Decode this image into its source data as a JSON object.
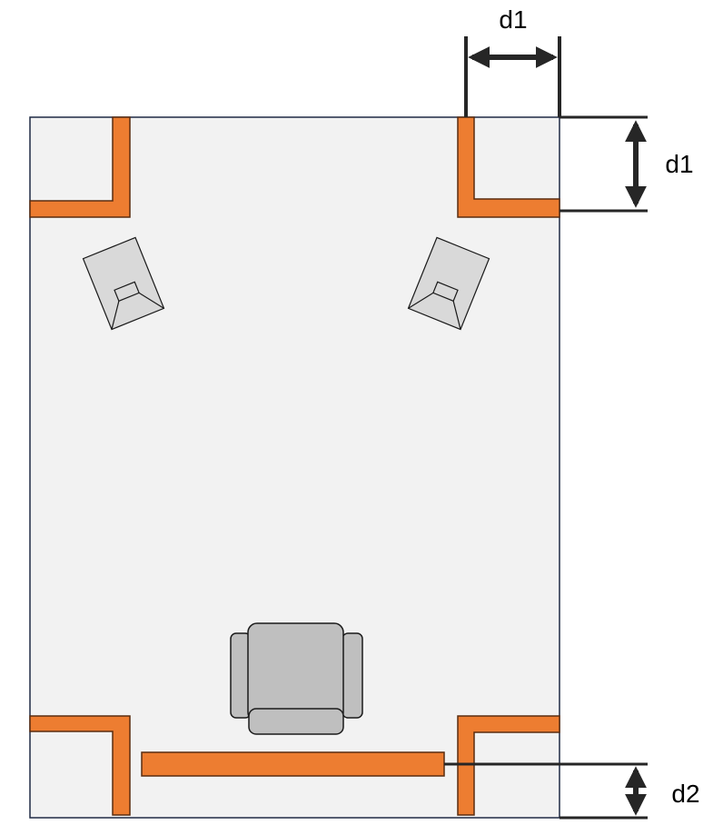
{
  "labels": {
    "top_dimension": "d1",
    "right_dimension": "d1",
    "bottom_dimension": "d2"
  },
  "colors": {
    "room_fill": "#f2f2f2",
    "room_border": "#1f2a44",
    "absorber_panel": "#ed7d31",
    "absorber_border": "#5a2d10",
    "speaker_fill": "#d9d9d9",
    "chair_fill": "#bfbfbf",
    "dimension_line": "#262626"
  },
  "icons": {
    "left_speaker": "speaker-icon",
    "right_speaker": "speaker-icon",
    "chair": "armchair-icon"
  }
}
